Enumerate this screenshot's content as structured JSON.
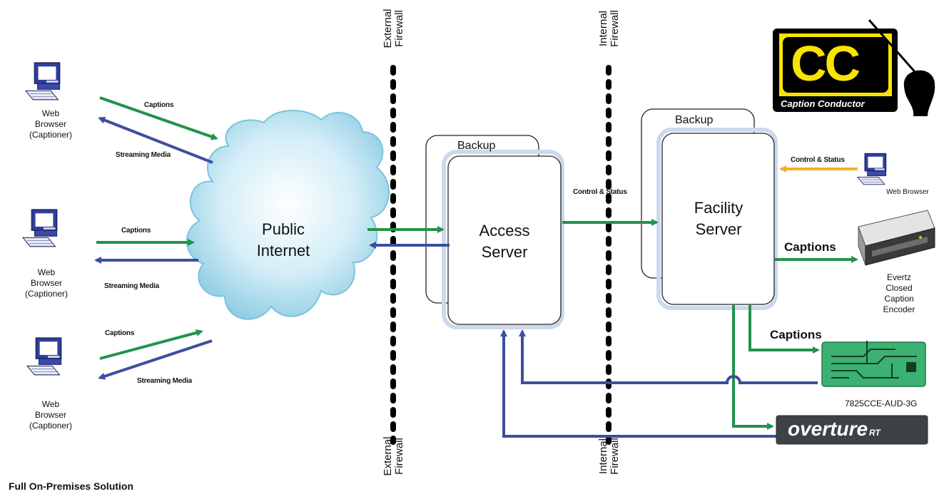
{
  "browsers": [
    {
      "label_lines": [
        "Web",
        "Browser",
        "(Captioner)"
      ],
      "captions_label": "Captions",
      "streaming_label": "Streaming Media"
    },
    {
      "label_lines": [
        "Web",
        "Browser",
        "(Captioner)"
      ],
      "captions_label": "Captions",
      "streaming_label": "Streaming Media"
    },
    {
      "label_lines": [
        "Web",
        "Browser",
        "(Captioner)"
      ],
      "captions_label": "Captions",
      "streaming_label": "Streaming Media"
    }
  ],
  "cloud": {
    "lines": [
      "Public",
      "Internet"
    ]
  },
  "external_firewall": {
    "lines": [
      "External",
      "Firewall"
    ]
  },
  "internal_firewall": {
    "lines": [
      "Internal",
      "Firewall"
    ]
  },
  "access_server": {
    "lines": [
      "Access",
      "Server"
    ],
    "backup_label": "Backup"
  },
  "facility_server": {
    "lines": [
      "Facility",
      "Server"
    ],
    "backup_label": "Backup"
  },
  "control_status_label": "Control & Status",
  "remote_browser": {
    "label": "Web Browser",
    "control_label": "Control & Status"
  },
  "encoder": {
    "captions_label": "Captions",
    "label_lines": [
      "Evertz",
      "Closed",
      "Caption",
      "Encoder"
    ]
  },
  "card": {
    "captions_label": "Captions",
    "model": "7825CCE-AUD-3G"
  },
  "overture": {
    "logo_text": "overture",
    "logo_suffix": "RT"
  },
  "logo": {
    "letters": "CC",
    "tagline": "Caption Conductor"
  },
  "footer": "Full On-Premises Solution",
  "colors": {
    "green": "#22934a",
    "blue": "#3a4fa0",
    "orange": "#f5b21f",
    "cloud": "#a9d8ea"
  }
}
